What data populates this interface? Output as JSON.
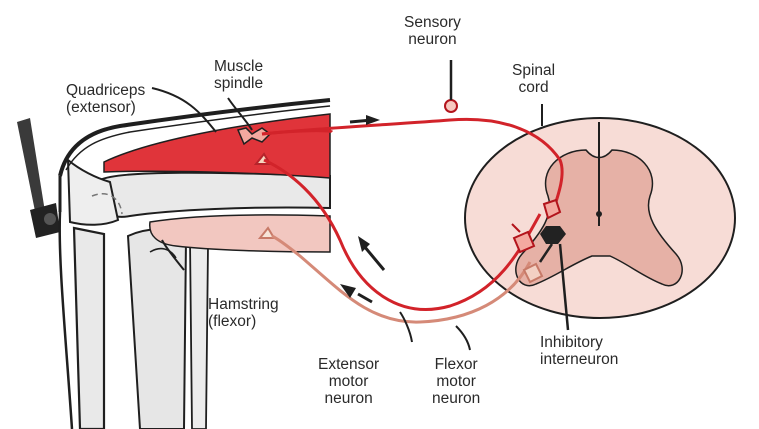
{
  "labels": {
    "sensory": [
      "Sensory",
      "neuron"
    ],
    "spinal": [
      "Spinal",
      "cord"
    ],
    "spindle": [
      "Muscle",
      "spindle"
    ],
    "quadriceps": [
      "Quadriceps",
      "(extensor)"
    ],
    "hamstring": [
      "Hamstring",
      "(flexor)"
    ],
    "inhibitory": [
      "Inhibitory",
      "interneuron"
    ],
    "extensor_motor": [
      "Extensor",
      "motor",
      "neuron"
    ],
    "flexor_motor": [
      "Flexor",
      "motor",
      "neuron"
    ]
  },
  "colors": {
    "extensor_muscle": "#e0343a",
    "flexor_muscle": "#f2c7c0",
    "sensory_pathway": "#d2232a",
    "flexor_pathway": "#d58a78",
    "grey_matter": "#e6b1a6",
    "white_matter": "#f7dcd6",
    "bone": "#e9e9e9",
    "outline": "#1f1f1f"
  }
}
